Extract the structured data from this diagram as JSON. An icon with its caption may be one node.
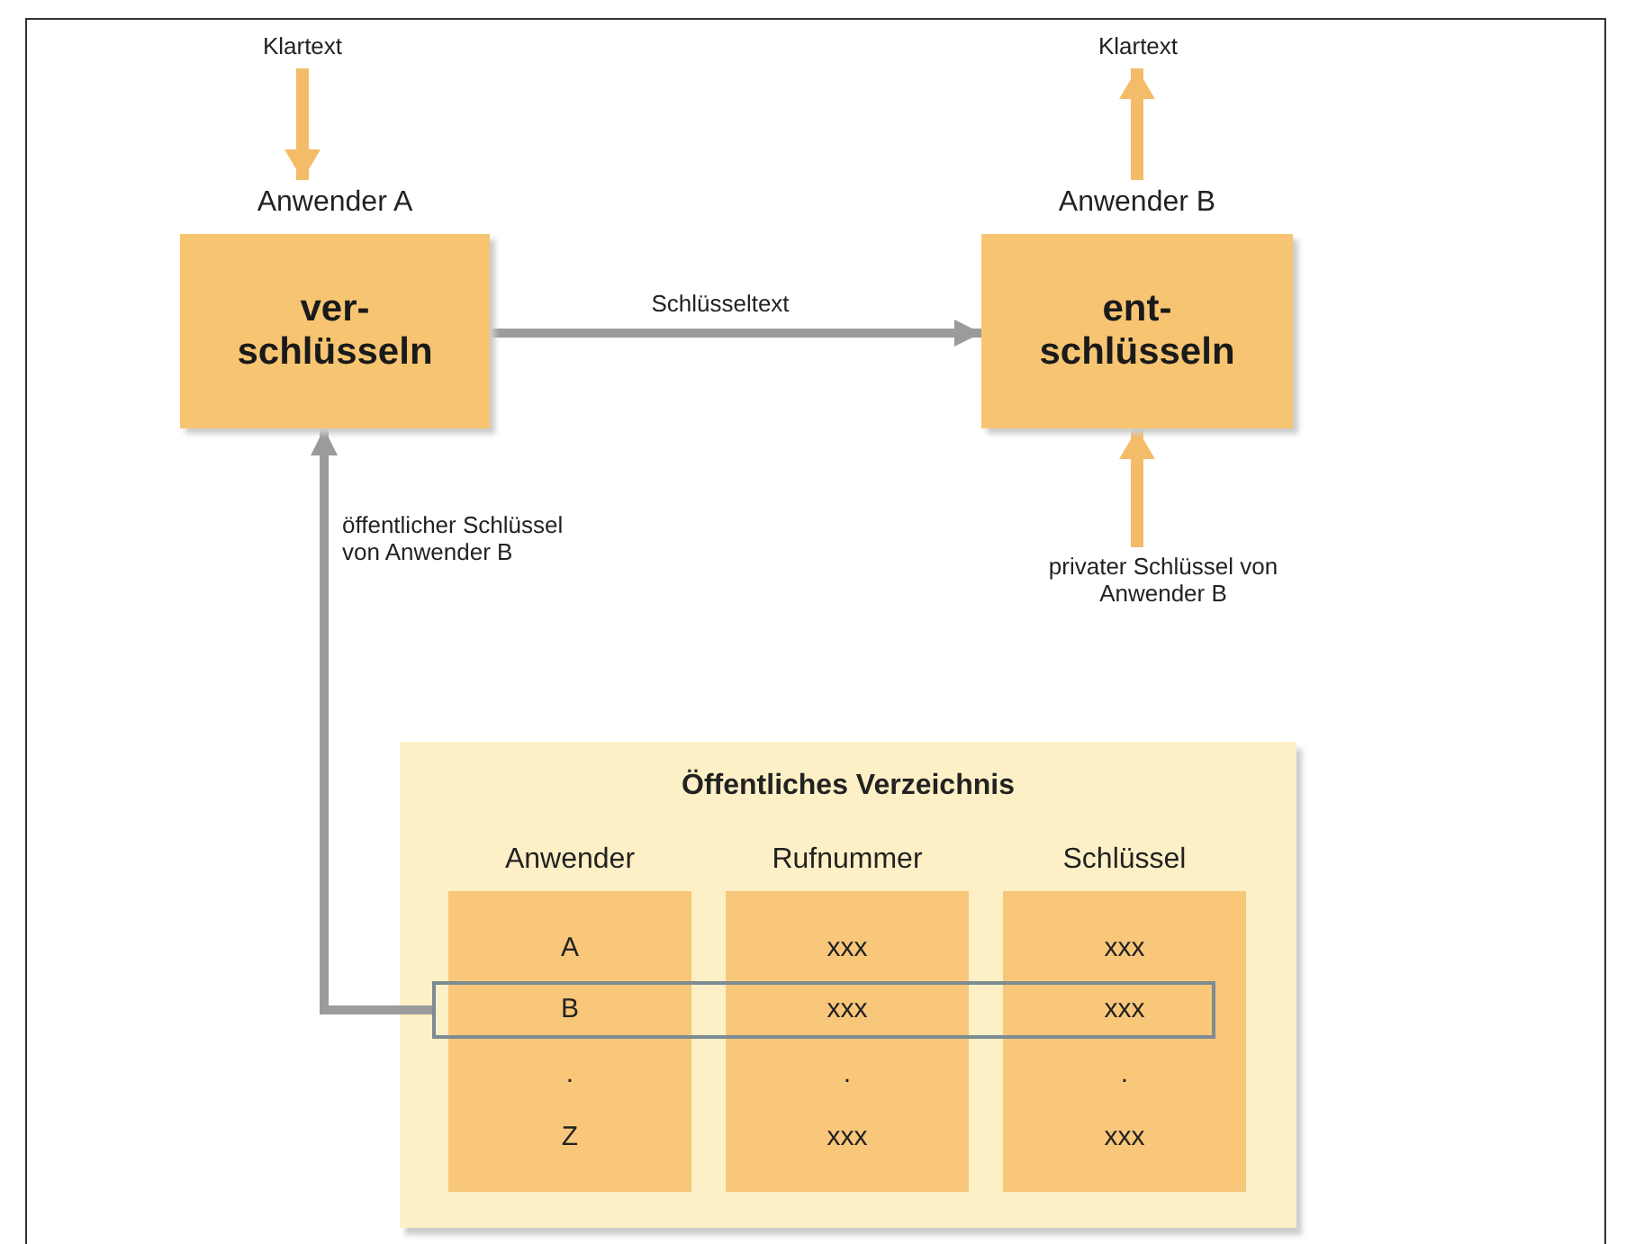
{
  "diagram": {
    "nodes": [
      {
        "text": [
          "Klartext"
        ]
      },
      {
        "text": [
          "Anwender A",
          "ver- schlüsseln"
        ]
      },
      {
        "text": [
          "Klartext"
        ]
      },
      {
        "text": [
          "Anwender B",
          "ent- schlüsseln"
        ]
      },
      {
        "text": [
          "privater Schlüssel von Anwender B"
        ]
      },
      {
        "text": [
          "Öffentliches Verzeichnis"
        ]
      },
      {
        "text": [
          "Anwender",
          "A",
          ".",
          "Z"
        ],
        "in": 5
      },
      {
        "text": [
          "Rufnummer",
          "xxx",
          ".",
          "xxx"
        ],
        "in": 5
      },
      {
        "text": [
          "Schlüssel",
          "xxx",
          ".",
          "xxx"
        ],
        "in": 5
      },
      {
        "text": [
          "B",
          "xxx",
          "xxx"
        ],
        "in": 5
      }
    ],
    "edges": [
      {
        "from": 0,
        "to": 1,
        "arrow": "to"
      },
      {
        "from": 3,
        "to": 2,
        "arrow": "to"
      },
      {
        "from": 4,
        "to": 3,
        "arrow": "to"
      },
      {
        "from": 1,
        "to": 3,
        "arrow": "to",
        "label": "Schlüsseltext",
        "color": "#9b9b9b"
      },
      {
        "from": 9,
        "to": 1,
        "arrow": "to",
        "label": "öffentlicher Schlüssel von Anwender B",
        "color": "#9b9b9b"
      }
    ]
  }
}
